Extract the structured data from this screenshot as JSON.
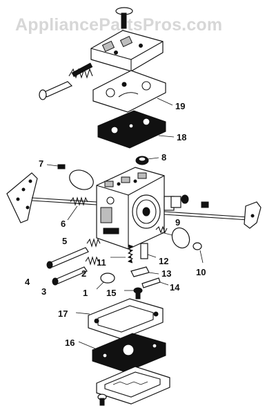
{
  "watermark": "AppliancePartsPros.com",
  "labels": {
    "l1": "1",
    "l2": "2",
    "l3": "3",
    "l4": "4",
    "l5": "5",
    "l6": "6",
    "l7": "7",
    "l8": "8",
    "l9": "9",
    "l10": "10",
    "l11": "11",
    "l12": "12",
    "l13": "13",
    "l14": "14",
    "l15": "15",
    "l16": "16",
    "l17": "17",
    "l18": "18",
    "l19": "19"
  }
}
